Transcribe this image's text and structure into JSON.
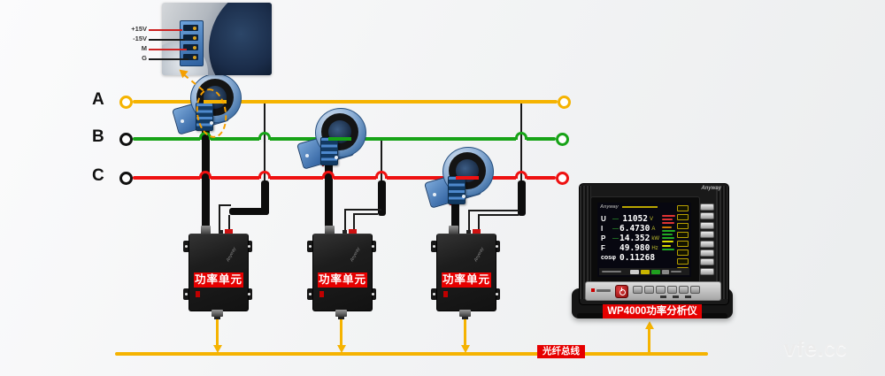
{
  "inset": {
    "labels": [
      {
        "text": "+15V",
        "wire_color": "#cc2222"
      },
      {
        "text": "-15V",
        "wire_color": "#1a1a1a"
      },
      {
        "text": "M",
        "wire_color": "#cc2222"
      },
      {
        "text": "G",
        "wire_color": "#1a1a1a"
      }
    ]
  },
  "phases": [
    {
      "label": "A",
      "color": "#f5b301"
    },
    {
      "label": "B",
      "color": "#17a317"
    },
    {
      "label": "C",
      "color": "#ee1111"
    }
  ],
  "power_units": [
    {
      "label": "功率单元",
      "brand": "Anyway"
    },
    {
      "label": "功率单元",
      "brand": "Anyway"
    },
    {
      "label": "功率单元",
      "brand": "Anyway"
    }
  ],
  "analyzer": {
    "brand": "Anyway",
    "label": "WP4000功率分析仪",
    "screen": {
      "brand": "Anyway",
      "rows": [
        {
          "name": "U",
          "dash": "—",
          "value": "11052",
          "unit": "V"
        },
        {
          "name": "I",
          "dash": "—",
          "value": "6.4730",
          "unit": "A"
        },
        {
          "name": "P",
          "dash": "—",
          "value": "14.352",
          "unit": "kW"
        },
        {
          "name": "F",
          "dash": "",
          "value": "49.980",
          "unit": "Hz"
        },
        {
          "name": "cosφ",
          "dash": "",
          "value": "0.11268",
          "unit": ""
        }
      ]
    }
  },
  "bus": {
    "label": "光纤总线",
    "color": "#f5b301"
  },
  "watermark": {
    "bold": "vfe.",
    "light": "cc"
  }
}
